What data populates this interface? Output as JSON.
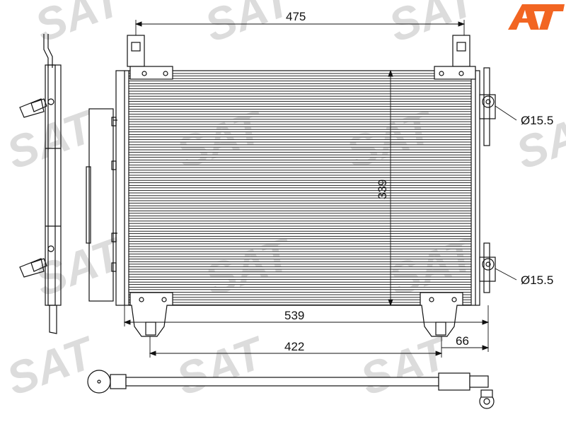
{
  "brand": {
    "logo_text": "AT",
    "logo_color": "#f26522",
    "watermark_text": "SAT",
    "watermark_color": "#dcdcdc"
  },
  "dimensions": {
    "top_width": "475",
    "height": "339",
    "core_width": "539",
    "bottom_span": "422",
    "offset": "66",
    "port_top": "Ø15.5",
    "port_bottom": "Ø15.5"
  },
  "colors": {
    "line": "#111111",
    "background": "#ffffff"
  }
}
